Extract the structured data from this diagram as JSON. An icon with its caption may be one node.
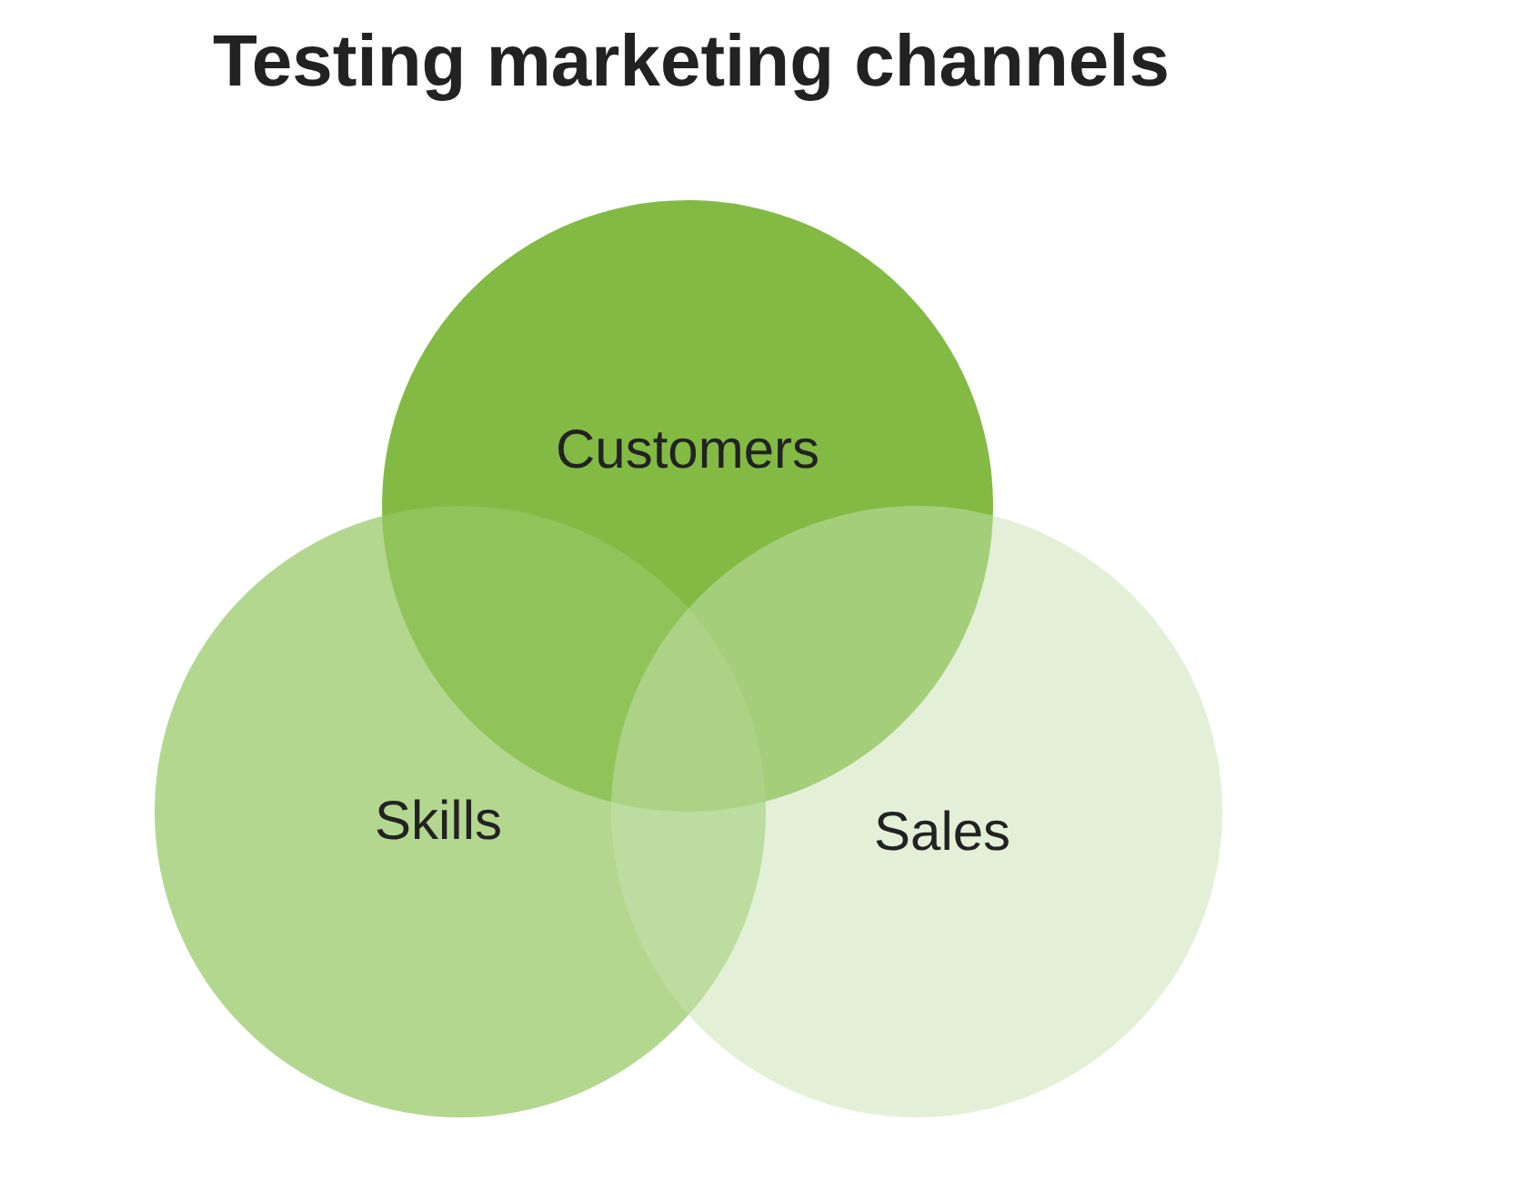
{
  "diagram": {
    "title": "Testing marketing channels",
    "nodes": [
      {
        "text": [
          "Customers"
        ]
      },
      {
        "text": [
          "Skills"
        ]
      },
      {
        "text": [
          "Sales"
        ]
      }
    ]
  }
}
